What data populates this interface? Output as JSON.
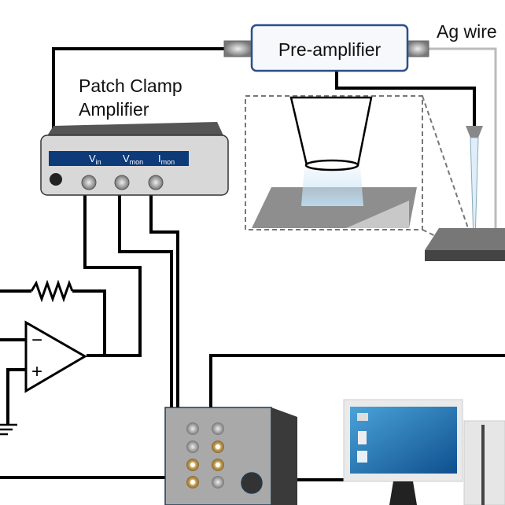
{
  "labels": {
    "preamp": "Pre-amplifier",
    "ag_wire": "Ag wire",
    "amp_title_line1": "Patch Clamp",
    "amp_title_line2": "Amplifier",
    "vin": "V",
    "vin_sub": "in",
    "vmon": "V",
    "vmon_sub": "mon",
    "imon": "I",
    "imon_sub": "mon",
    "minus": "−",
    "plus": "+"
  },
  "colors": {
    "panel_blue": "#0d3a78",
    "screen_blue": "#1a6fb3",
    "daq_gray": "#a9a9a9",
    "wire": "#000000"
  }
}
